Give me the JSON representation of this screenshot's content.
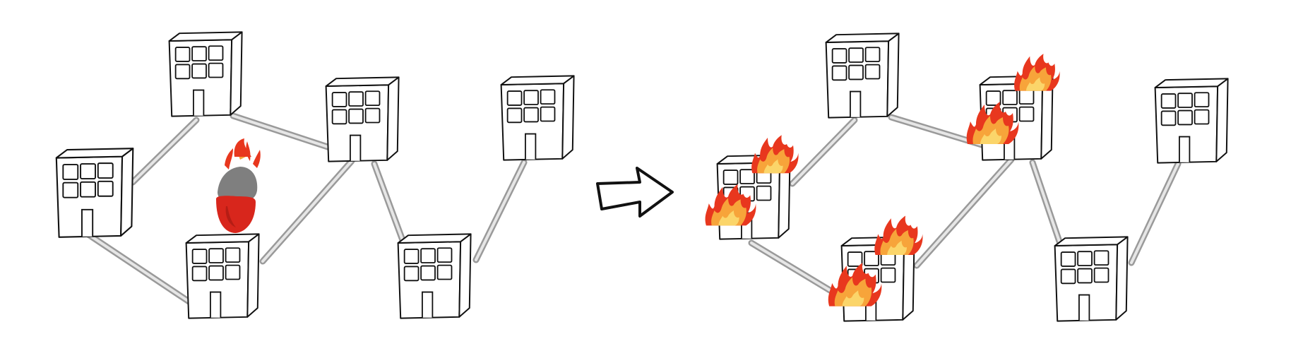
{
  "scene": {
    "before_label": "",
    "after_label": "",
    "transition_icon": "arrow-right-icon",
    "projectile_icon": "fire-bomb-icon",
    "effect_icon": "fire-icon"
  },
  "colors": {
    "building_stroke": "#111111",
    "link": "#b5b5b5",
    "flame_outer": "#e8371e",
    "flame_inner": "#f89a2d",
    "bomb_gray": "#7f7f7f",
    "bomb_red": "#d8261c"
  },
  "panels": [
    {
      "id": "before",
      "buildings": [
        {
          "id": "b1",
          "burning": false
        },
        {
          "id": "b2",
          "burning": false
        },
        {
          "id": "b3",
          "burning": false
        },
        {
          "id": "b4",
          "burning": false
        },
        {
          "id": "b5",
          "burning": false
        },
        {
          "id": "b6",
          "burning": false
        }
      ],
      "links": [
        [
          "b1",
          "b2"
        ],
        [
          "b1",
          "b4"
        ],
        [
          "b2",
          "b3"
        ],
        [
          "b3",
          "b4"
        ],
        [
          "b3",
          "b5"
        ],
        [
          "b5",
          "b6"
        ]
      ],
      "bomb_target": "b4"
    },
    {
      "id": "after",
      "buildings": [
        {
          "id": "b1",
          "burning": true
        },
        {
          "id": "b2",
          "burning": false
        },
        {
          "id": "b3",
          "burning": true
        },
        {
          "id": "b4",
          "burning": true
        },
        {
          "id": "b5",
          "burning": false
        },
        {
          "id": "b6",
          "burning": false
        }
      ],
      "links": [
        [
          "b1",
          "b2"
        ],
        [
          "b1",
          "b4"
        ],
        [
          "b2",
          "b3"
        ],
        [
          "b3",
          "b4"
        ],
        [
          "b3",
          "b5"
        ],
        [
          "b5",
          "b6"
        ]
      ]
    }
  ]
}
